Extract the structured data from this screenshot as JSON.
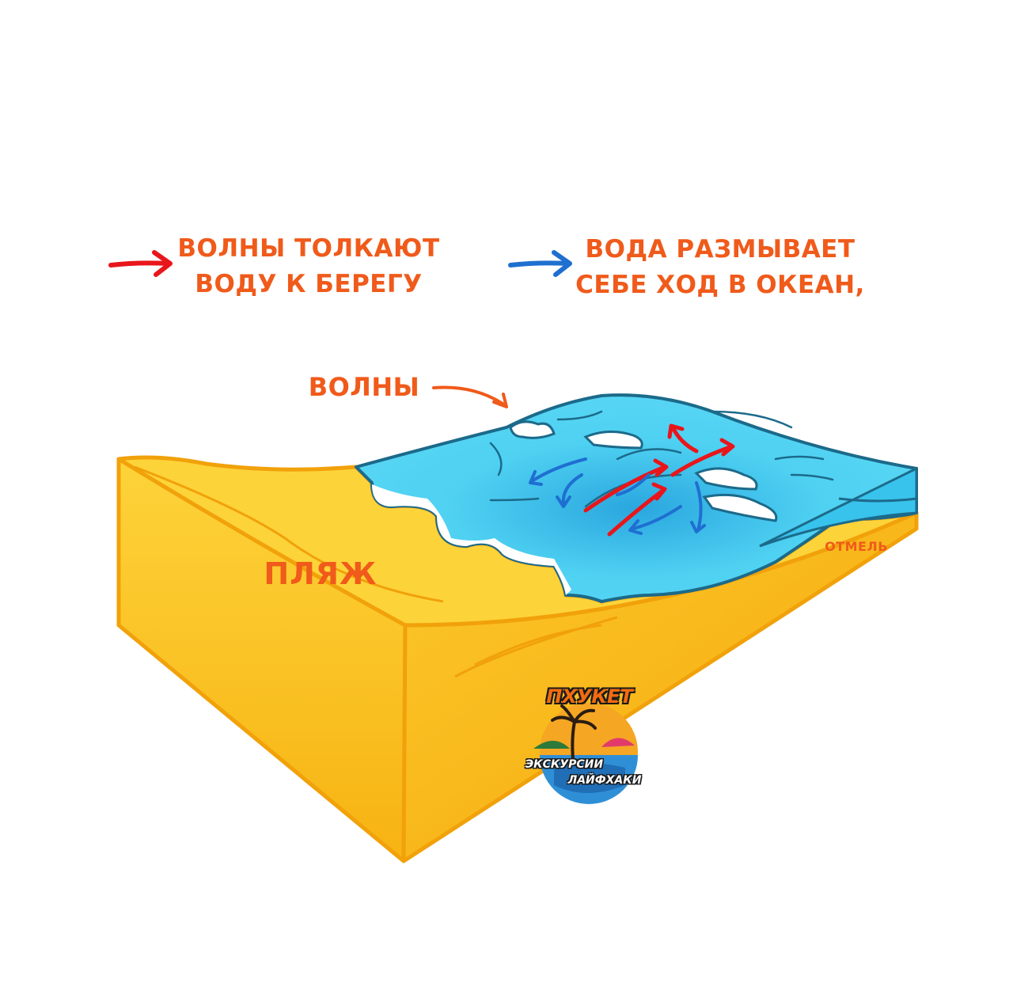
{
  "legend": {
    "red_text_line1": "ВОЛНЫ ТОЛКАЮТ",
    "red_text_line2": "ВОДУ К БЕРЕГУ",
    "blue_text_line1": "ВОДА РАЗМЫВАЕТ",
    "blue_text_line2": "СЕБЕ ХОД В ОКЕАН,",
    "red_color": "#e8161b",
    "blue_color": "#1f6fd1"
  },
  "labels": {
    "waves": "ВОЛНЫ",
    "beach": "ПЛЯЖ",
    "shoal": "ОТМЕЛЬ"
  },
  "logo": {
    "title": "ПХУКЕТ",
    "line1": "ЭКСКУРСИИ",
    "line2": "ЛАЙФХАКИ"
  },
  "colors": {
    "text_orange": "#f05a1a",
    "sand": "#fdd33a",
    "sand_dark": "#f6b10f",
    "sand_outline": "#f1a10a",
    "water": "#4fd1f2",
    "water_deep": "#2aa7df",
    "water_outline": "#1c6a8a",
    "foam": "#ffffff"
  }
}
